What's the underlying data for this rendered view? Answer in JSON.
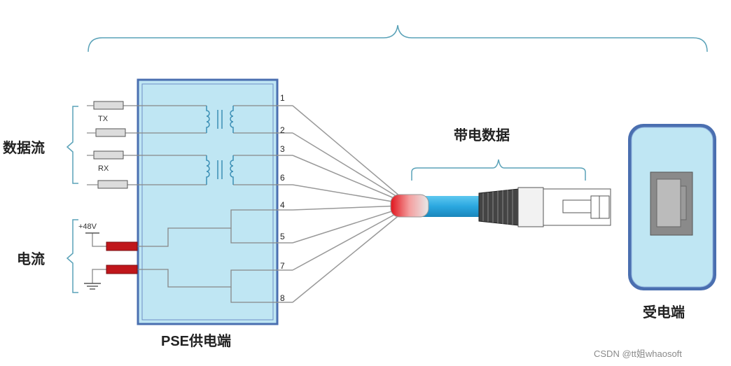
{
  "labels": {
    "data_stream": "数据流",
    "current": "电流",
    "pse": "PSE供电端",
    "pd": "受电端",
    "powered_data": "带电数据",
    "tx": "TX",
    "rx": "RX",
    "voltage": "+48V"
  },
  "pins": [
    "1",
    "2",
    "3",
    "6",
    "4",
    "5",
    "7",
    "8"
  ],
  "watermark": "CSDN @tt姐whaosoft",
  "colors": {
    "pse_fill": "#bfe6f3",
    "pse_border": "#4a6fb0",
    "cable": "#2aa7e0",
    "red_conn": "#c0161b",
    "brace": "#5aa2b8",
    "wire": "#9a9a9a",
    "coil": "#3b8fb5"
  },
  "icons": {
    "transformer": "transformer-icon",
    "resistor": "resistor-icon",
    "ground": "ground-icon",
    "rj45_plug": "rj45-plug-icon",
    "rj45_port": "rj45-port-icon"
  }
}
